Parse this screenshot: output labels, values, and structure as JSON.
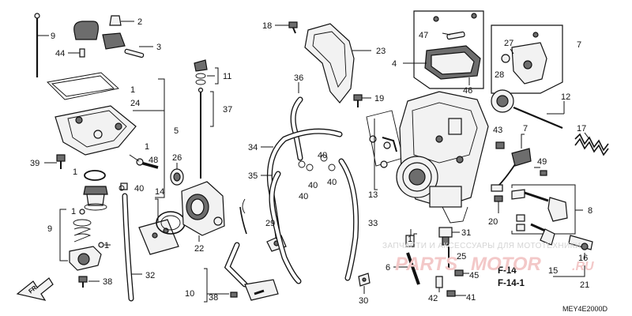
{
  "diagram": {
    "callouts": {
      "c1a": "1",
      "c1b": "1",
      "c1c": "1",
      "c1d": "1",
      "c1e": "1",
      "c1f": "1",
      "c2": "2",
      "c3": "3",
      "c4": "4",
      "c5": "5",
      "c6": "6",
      "c7a": "7",
      "c7b": "7",
      "c8": "8",
      "c9a": "9",
      "c9b": "9",
      "c10": "10",
      "c11": "11",
      "c12": "12",
      "c13": "13",
      "c14": "14",
      "c15": "15",
      "c16": "16",
      "c17": "17",
      "c18": "18",
      "c19": "19",
      "c20": "20",
      "c21": "21",
      "c22": "22",
      "c23": "23",
      "c24": "24",
      "c25": "25",
      "c26": "26",
      "c27": "27",
      "c28": "28",
      "c29": "29",
      "c30": "30",
      "c31": "31",
      "c32": "32",
      "c33": "33",
      "c34": "34",
      "c35": "35",
      "c36": "36",
      "c37": "37",
      "c38a": "38",
      "c38b": "38",
      "c39": "39",
      "c40a": "40",
      "c40b": "40",
      "c40c": "40",
      "c40d": "40",
      "c40e": "40",
      "c41": "41",
      "c42": "42",
      "c43": "43",
      "c44": "44",
      "c45": "45",
      "c46": "46",
      "c47": "47",
      "c48": "48",
      "c49": "49"
    },
    "refs": {
      "f14": "F-14",
      "f141": "F-14-1"
    },
    "fr_label": "FR.",
    "catalog_code": "MEY4E2000D",
    "watermark": {
      "tagline": "ЗАПЧАСТИ И АКСЕССУАРЫ ДЛЯ МОТОТЕХНИКИ",
      "brand_left": "PARTS",
      "brand_right": "MOTOR",
      "brand_tld": ".RU"
    }
  }
}
